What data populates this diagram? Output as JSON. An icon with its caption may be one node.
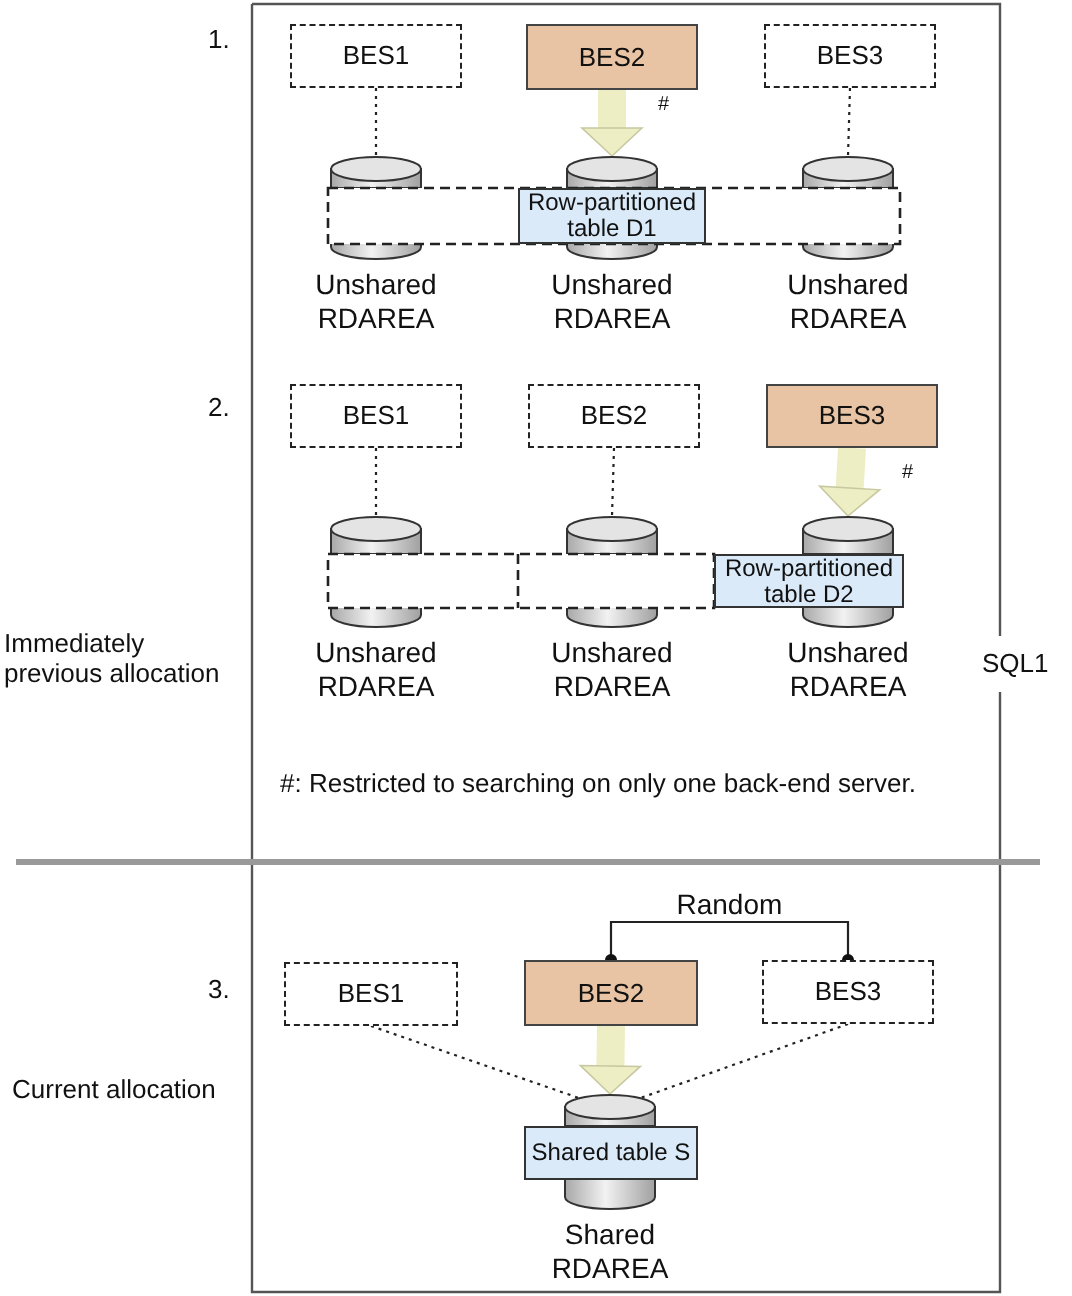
{
  "diagram": {
    "nodes": [
      {
        "text": [
          "BES1"
        ]
      },
      {
        "text": [
          "BES2"
        ]
      },
      {
        "text": [
          "BES3"
        ]
      },
      {
        "text": [],
        "shape": "cylinder"
      },
      {
        "text": [],
        "shape": "cylinder"
      },
      {
        "text": [],
        "shape": "cylinder"
      },
      {
        "text": [
          "Row-partitioned table D1"
        ]
      },
      {
        "text": [
          "BES1"
        ]
      },
      {
        "text": [
          "BES2"
        ]
      },
      {
        "text": [
          "BES3"
        ]
      },
      {
        "text": [],
        "shape": "cylinder"
      },
      {
        "text": [],
        "shape": "cylinder"
      },
      {
        "text": [],
        "shape": "cylinder"
      },
      {
        "text": [
          "Row-partitioned table D2"
        ]
      },
      {
        "text": [
          "BES1"
        ]
      },
      {
        "text": [
          "BES2"
        ]
      },
      {
        "text": [
          "BES3"
        ]
      },
      {
        "text": [],
        "shape": "cylinder"
      },
      {
        "text": [
          "Shared table S"
        ]
      }
    ],
    "edges": [
      {
        "from": 0,
        "to": 3,
        "arrow": "none",
        "style": "dashed"
      },
      {
        "from": 1,
        "to": 4,
        "arrow": "to",
        "style": "thick",
        "color": "#eeeec4"
      },
      {
        "from": 2,
        "to": 5,
        "arrow": "none",
        "style": "dashed"
      },
      {
        "from": 7,
        "to": 10,
        "arrow": "none",
        "style": "dashed"
      },
      {
        "from": 8,
        "to": 11,
        "arrow": "none",
        "style": "dashed"
      },
      {
        "from": 9,
        "to": 12,
        "arrow": "to",
        "style": "thick",
        "color": "#eeeec4"
      },
      {
        "from": 15,
        "to": 16,
        "arrow": "other",
        "label": "Random"
      },
      {
        "from": 14,
        "to": 17,
        "arrow": "none",
        "style": "dashed"
      },
      {
        "from": 15,
        "to": 17,
        "arrow": "to",
        "style": "thick",
        "color": "#eeeec4"
      },
      {
        "from": 16,
        "to": 17,
        "arrow": "none",
        "style": "dashed"
      }
    ],
    "labels": [
      "1.",
      "#",
      "Unshared RDAREA",
      "Unshared RDAREA",
      "Unshared RDAREA",
      "2.",
      "#",
      "Immediately previous allocation",
      "Unshared RDAREA",
      "Unshared RDAREA",
      "Unshared RDAREA",
      "SQL1",
      "#: Restricted to searching on only one back-end server.",
      "3.",
      "Current allocation",
      "Shared RDAREA"
    ]
  }
}
